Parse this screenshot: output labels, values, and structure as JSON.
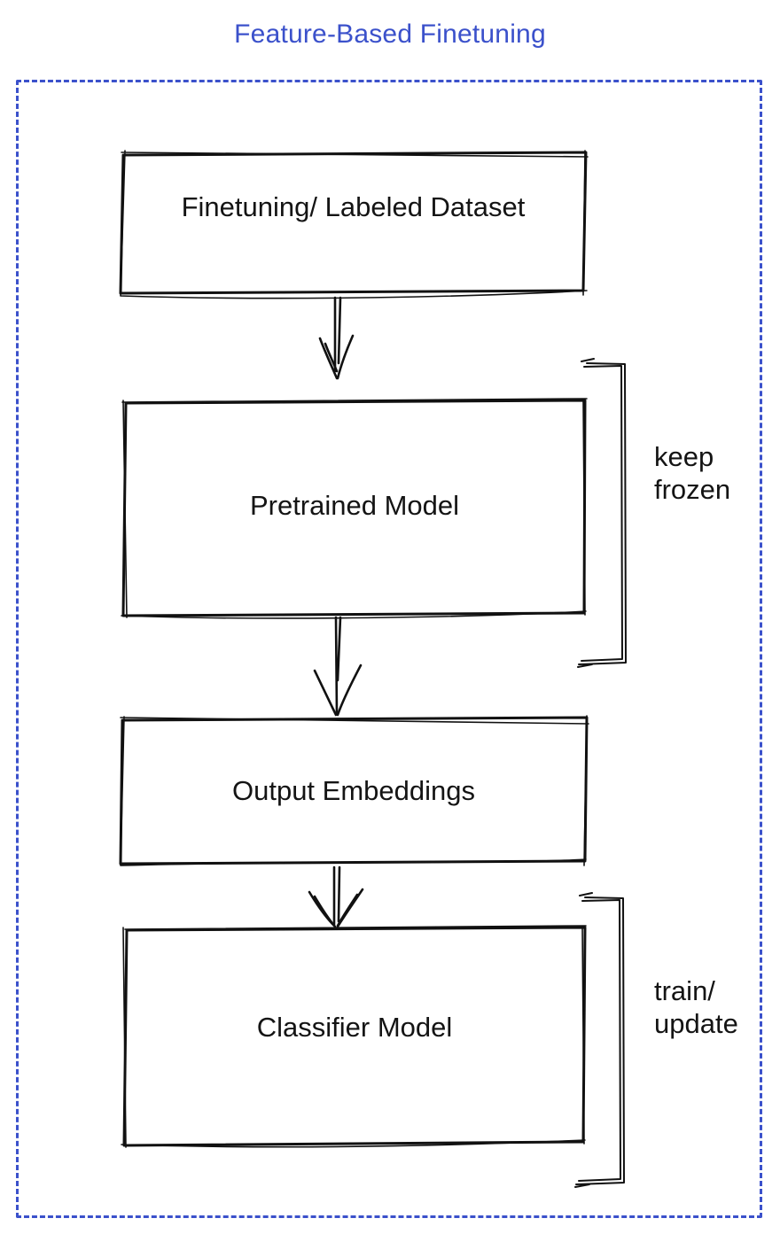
{
  "title": {
    "text": "Feature-Based Finetuning"
  },
  "colors": {
    "accent_blue": "#3B51CB",
    "node_blue": "#4A6FE8",
    "node_gray": "#8A919C",
    "node_green": "#40BA5C",
    "sketch_stroke": "#111111"
  },
  "frame": {
    "style": "dashed-dotted",
    "color": "#3B51CB"
  },
  "nodes": [
    {
      "id": "finetuning-dataset",
      "label": "Finetuning/ Labeled Dataset",
      "fill": "#8A919C"
    },
    {
      "id": "pretrained-model",
      "label": "Pretrained Model",
      "fill": "#4A6FE8"
    },
    {
      "id": "output-embeddings",
      "label": "Output Embeddings",
      "fill": "#8A919C"
    },
    {
      "id": "classifier-model",
      "label": "Classifier Model",
      "fill": "#40BA5C"
    }
  ],
  "annotations": [
    {
      "id": "keep-frozen",
      "text": "keep\nfrozen",
      "applies_to": "pretrained-model"
    },
    {
      "id": "train-update",
      "text": "train/\nupdate",
      "applies_to": "classifier-model"
    }
  ],
  "connectors": [
    {
      "from": "finetuning-dataset",
      "to": "pretrained-model",
      "style": "hand-drawn-arrow-down"
    },
    {
      "from": "pretrained-model",
      "to": "output-embeddings",
      "style": "hand-drawn-arrow-down"
    },
    {
      "from": "output-embeddings",
      "to": "classifier-model",
      "style": "hand-drawn-arrow-down"
    }
  ]
}
